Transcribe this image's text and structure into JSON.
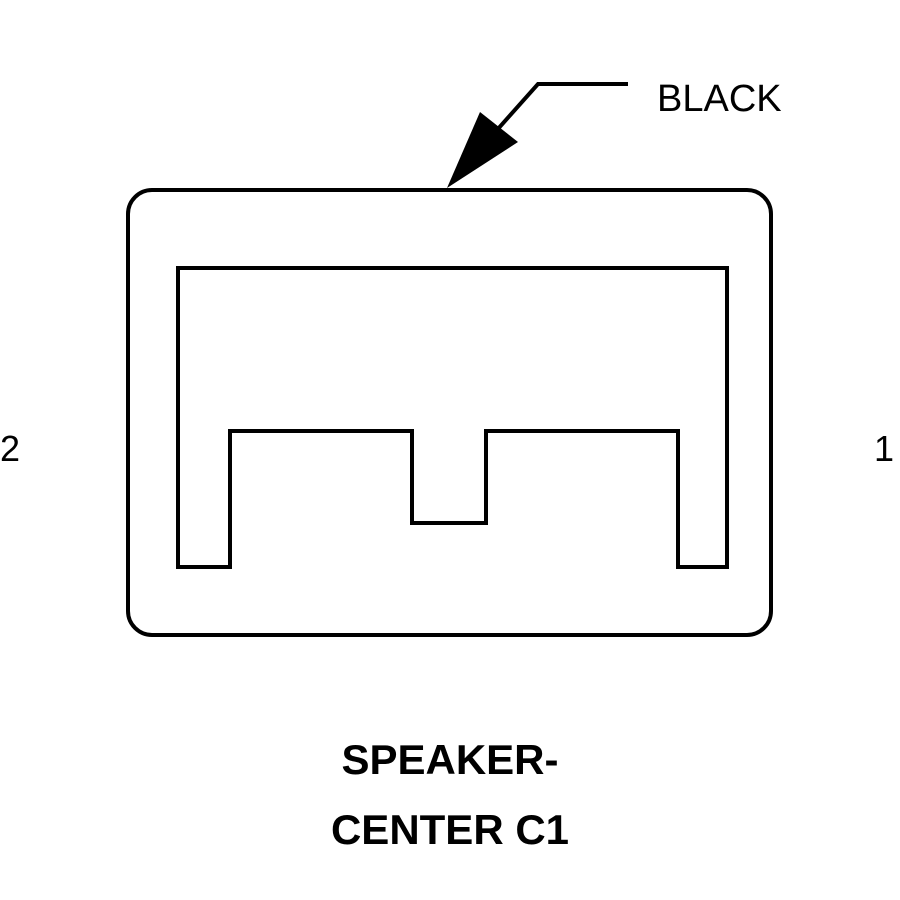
{
  "connector": {
    "color_label": "BLACK",
    "pin_left": "2",
    "pin_right": "1",
    "title_line1": "SPEAKER-",
    "title_line2": "CENTER C1"
  },
  "colors": {
    "stroke": "#000000",
    "background": "#ffffff"
  }
}
